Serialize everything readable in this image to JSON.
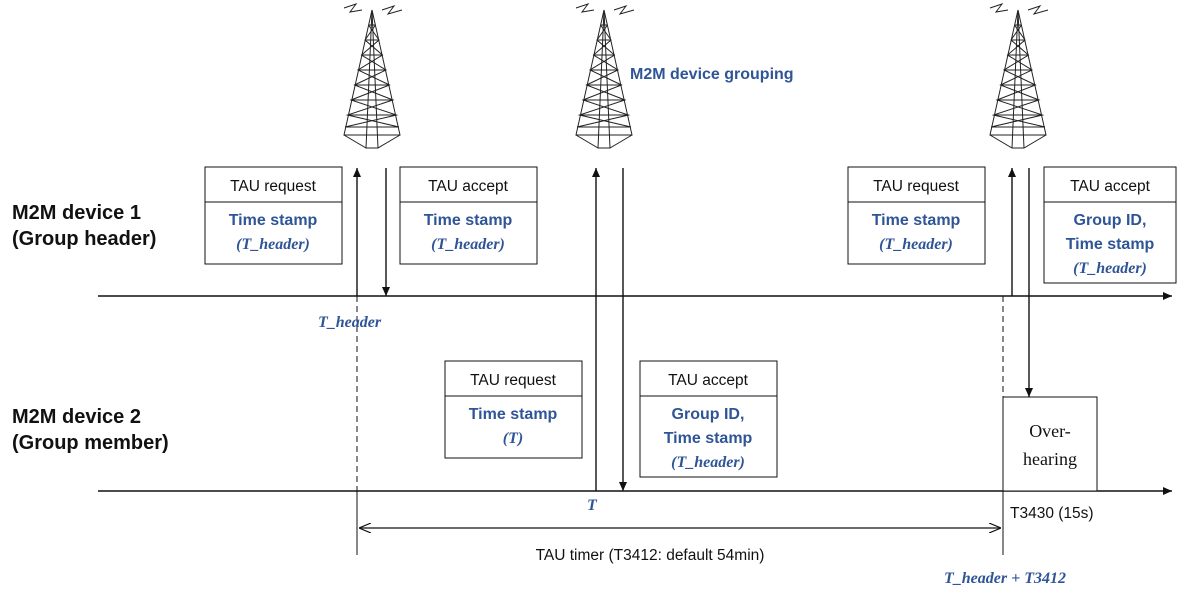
{
  "devices": {
    "d1_line1": "M2M device 1",
    "d1_line2": "(Group header)",
    "d2_line1": "M2M device 2",
    "d2_line2": "(Group member)"
  },
  "grouping_label": "M2M device grouping",
  "boxes": {
    "b1": {
      "title": "TAU request",
      "l1": "Time stamp",
      "l2": "(T_header)"
    },
    "b2": {
      "title": "TAU accept",
      "l1": "Time stamp",
      "l2": "(T_header)"
    },
    "b3": {
      "title": "TAU request",
      "l1": "Time stamp",
      "l2": "(T)"
    },
    "b4": {
      "title": "TAU accept",
      "l1": "Group ID,",
      "l2": "Time stamp",
      "l3": "(T_header)"
    },
    "b5": {
      "title": "TAU request",
      "l1": "Time stamp",
      "l2": "(T_header)"
    },
    "b6": {
      "title": "TAU accept",
      "l1": "Group ID,",
      "l2": "Time stamp",
      "l3": "(T_header)"
    }
  },
  "overhearing": {
    "l1": "Over-",
    "l2": "hearing"
  },
  "labels": {
    "t_header": "T_header",
    "t": "T",
    "t3430": "T3430  (15s)",
    "tau_timer": "TAU timer  (T3412:  default  54min)",
    "t_header_plus": "T_header + T3412"
  }
}
